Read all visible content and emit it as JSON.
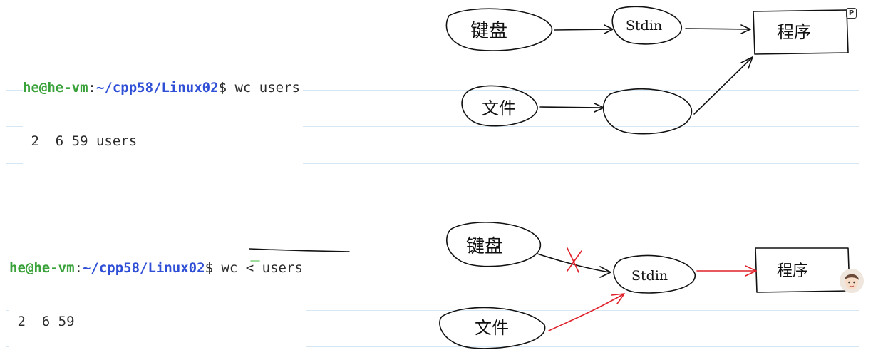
{
  "terminal_top": {
    "user": "he@he-vm",
    "sep": ":",
    "path": "~/cpp58/Linux02",
    "prompt": "$ ",
    "command": "wc users",
    "output": " 2  6 59 users"
  },
  "terminal_bottom": {
    "user": "he@he-vm",
    "sep": ":",
    "path": "~/cpp58/Linux02",
    "prompt": "$ ",
    "command": "wc < users",
    "output": " 2  6 59"
  },
  "diagram_top": {
    "keyboard": "键盘",
    "stdin": "Stdin",
    "program": "程序",
    "file": "文件"
  },
  "diagram_bottom": {
    "keyboard": "键盘",
    "stdin": "Stdin",
    "program": "程序",
    "file": "文件"
  },
  "badge": "P",
  "colors": {
    "user": "#3aa23a",
    "path": "#2f4fd6",
    "ink": "#111111",
    "red_ink": "#e0202a",
    "rule": "#d6e6f2"
  },
  "icons": [
    "pdf-badge-icon",
    "avatar-icon"
  ]
}
